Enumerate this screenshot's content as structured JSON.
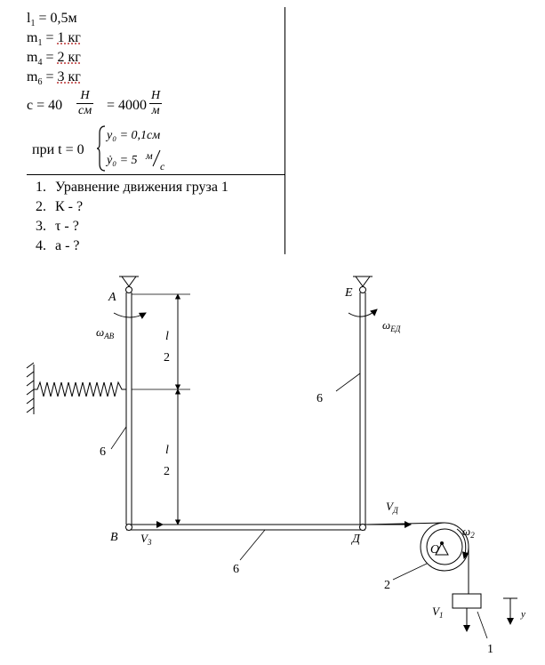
{
  "given": {
    "l1": {
      "name": "l",
      "sub": "1",
      "value": " = 0,5м"
    },
    "m1": {
      "name": "m",
      "sub": "1",
      "eq": " = ",
      "value": "1 кг"
    },
    "m4": {
      "name": "m",
      "sub": "4",
      "eq": " = ",
      "value": "2 кг"
    },
    "m6": {
      "name": "m",
      "sub": "6",
      "eq": " = ",
      "value": "3 кг"
    },
    "c": {
      "prefix": "c = 40",
      "frac1_num": "H",
      "frac1_den": "см",
      "mid": "= 4000",
      "frac2_num": "H",
      "frac2_den": "м"
    },
    "initial": {
      "prefix": "при t = 0",
      "line1": "y₀ = 0,1см",
      "line2_lhs": "ẏ₀ = 5",
      "line2_num": "м",
      "line2_den": "с"
    }
  },
  "tasks": [
    "Уравнение движения груза 1",
    "К - ?",
    "τ - ?",
    "a - ?"
  ],
  "diagram": {
    "labels": {
      "A": "A",
      "E": "E",
      "B": "B",
      "D": "Д",
      "O": "O",
      "omega_AB": "ω",
      "omega_AB_sub": "AB",
      "omega_ED": "ω",
      "omega_ED_sub": "ЕД",
      "omega_2": "ω",
      "omega_2_sub": "2",
      "l_top": "l",
      "two_top": "2",
      "l_bottom": "l",
      "two_bottom": "2",
      "six_left": "6",
      "six_right": "6",
      "six_bottom": "6",
      "V3": "V",
      "V3_sub": "3",
      "VD": "V",
      "VD_sub": "Д",
      "V1": "V",
      "V1_sub": "1",
      "two_disk": "2",
      "one_load": "1",
      "y_axis": "y"
    }
  }
}
